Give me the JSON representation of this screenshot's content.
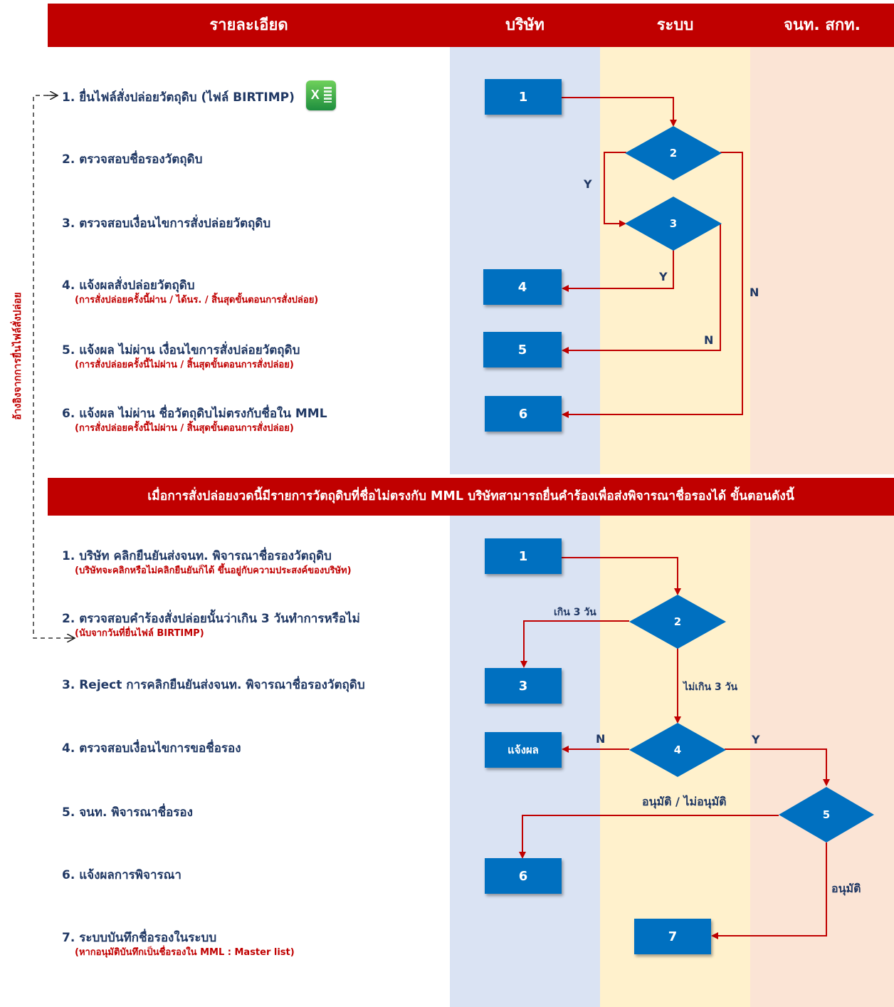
{
  "header": {
    "details": "รายละเอียด",
    "company": "บริษัท",
    "system": "ระบบ",
    "officer": "จนท. สกท."
  },
  "side_note": "อ้างอิงจากการยื่นไฟล์สั่งปล่อย",
  "section1": {
    "steps": [
      {
        "title": "1. ยื่นไฟล์สั่งปล่อยวัตถุดิบ (ไฟล์ BIRTIMP)",
        "note": ""
      },
      {
        "title": "2. ตรวจสอบชื่อรองวัตถุดิบ",
        "note": ""
      },
      {
        "title": "3. ตรวจสอบเงื่อนไขการสั่งปล่อยวัตถุดิบ",
        "note": ""
      },
      {
        "title": "4. แจ้งผลสั่งปล่อยวัตถุดิบ",
        "note": "(การสั่งปล่อยครั้งนี้ผ่าน / ได้นร. / สิ้นสุดขั้นตอนการสั่งปล่อย)"
      },
      {
        "title": "5. แจ้งผล ไม่ผ่าน เงื่อนไขการสั่งปล่อยวัตถุดิบ",
        "note": "(การสั่งปล่อยครั้งนี้ไม่ผ่าน / สิ้นสุดขั้นตอนการสั่งปล่อย)"
      },
      {
        "title": "6. แจ้งผล ไม่ผ่าน ชื่อวัตถุดิบไม่ตรงกับชื่อใน MML",
        "note": "(การสั่งปล่อยครั้งนี้ไม่ผ่าน / สิ้นสุดขั้นตอนการสั่งปล่อย)"
      }
    ],
    "nodes": {
      "b1": "1",
      "d2": "2",
      "d3": "3",
      "b4": "4",
      "b5": "5",
      "b6": "6"
    },
    "labels": {
      "y1": "Y",
      "y2": "Y",
      "n1": "N",
      "n2": "N"
    },
    "excel_icon": "excel-icon"
  },
  "section2": {
    "banner": "เมื่อการสั่งปล่อยงวดนี้มีรายการวัตถุดิบที่ชื่อไม่ตรงกับ MML บริษัทสามารถยื่นคำร้องเพื่อส่งพิจารณาชื่อรองได้ ขั้นตอนดังนี้",
    "steps": [
      {
        "title": "1. บริษัท คลิกยืนยันส่งจนท. พิจารณาชื่อรองวัตถุดิบ",
        "note": "(บริษัทจะคลิกหรือไม่คลิกยืนยันก็ได้ ขึ้นอยู่กับความประสงค์ของบริษัท)"
      },
      {
        "title": "2. ตรวจสอบคำร้องสั่งปล่อยนั้นว่าเกิน 3 วันทำการหรือไม่",
        "note": "(นับจากวันที่ยื่นไฟล์ BIRTIMP)"
      },
      {
        "title": "3. Reject การคลิกยืนยันส่งจนท. พิจารณาชื่อรองวัตถุดิบ",
        "note": ""
      },
      {
        "title": "4. ตรวจสอบเงื่อนไขการขอชื่อรอง",
        "note": ""
      },
      {
        "title": "5. จนท. พิจารณาชื่อรอง",
        "note": ""
      },
      {
        "title": "6. แจ้งผลการพิจารณา",
        "note": ""
      },
      {
        "title": "7. ระบบบันทึกชื่อรองในระบบ",
        "note": "(หากอนุมัติบันทึกเป็นชื่อรองใน MML : Master list)"
      }
    ],
    "nodes": {
      "b1": "1",
      "d2": "2",
      "b3": "3",
      "d4": "4",
      "bnotify": "แจ้งผล",
      "d5": "5",
      "b6": "6",
      "b7": "7"
    },
    "labels": {
      "over3": "เกิน 3 วัน",
      "notover3": "ไม่เกิน 3 วัน",
      "n": "N",
      "y": "Y",
      "approve_or_not": "อนุมัติ / ไม่อนุมัติ",
      "approve": "อนุมัติ"
    }
  },
  "colors": {
    "red": "#c00000",
    "blue": "#0070c0",
    "navy": "#203864"
  }
}
